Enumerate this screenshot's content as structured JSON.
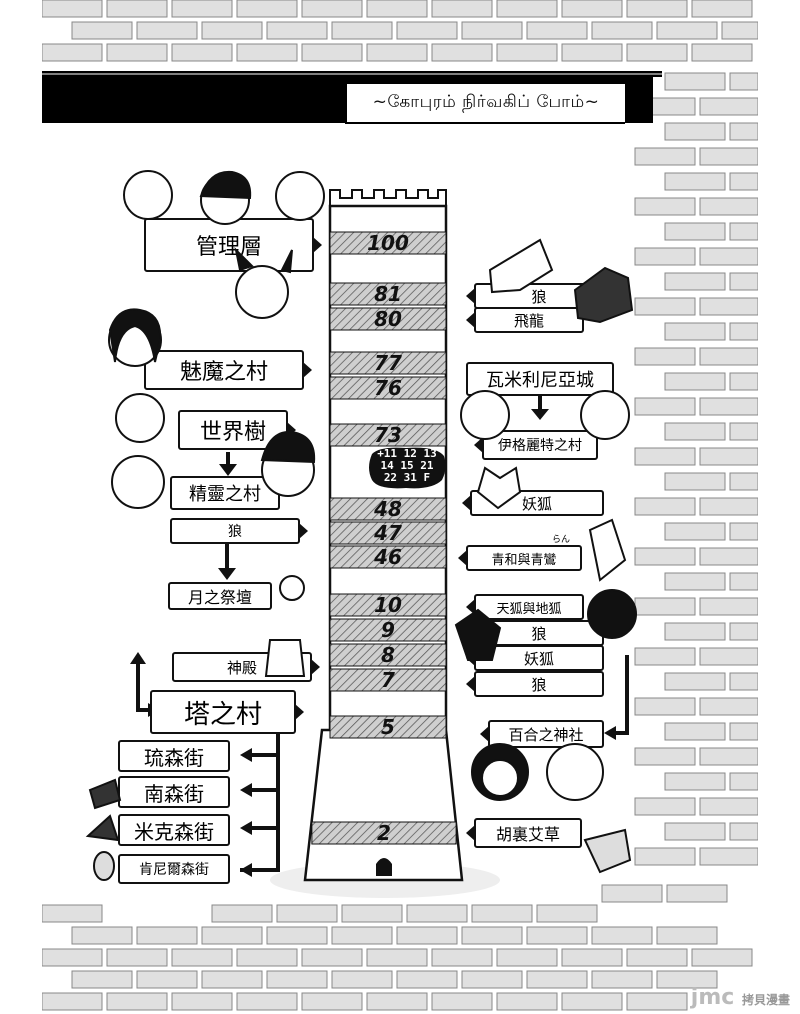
{
  "header": {
    "title": "~கோபுரம் நிர்வகிப் போம்~"
  },
  "tower": {
    "floors": [
      "100",
      "81",
      "80",
      "77",
      "76",
      "73",
      "48",
      "47",
      "46",
      "10",
      "9",
      "8",
      "7",
      "5",
      "2"
    ],
    "bubble": [
      "+11 12 13",
      "14 15 21",
      "22 31 F"
    ]
  },
  "left": {
    "admin": "管理層",
    "succubus": "魅魔之村",
    "world_tree": "世界樹",
    "elf_village": "精靈之村",
    "wolf": "狼",
    "moon_altar": "月之祭壇",
    "temple": "神殿",
    "tower_village": "塔之村",
    "ryu_forest": "琉森街",
    "south_forest": "南森街",
    "mik_forest": "米克森街",
    "ken_forest": "肯尼爾森街"
  },
  "right": {
    "wolf81": "狼",
    "dragon80": "飛龍",
    "wami_castle": "瓦米利尼亞城",
    "igreet": "伊格麗特之村",
    "fox48": "妖狐",
    "qinghe": "青和與青鸞",
    "qinghe_ruby": "らん",
    "tianhu": "天狐與地狐",
    "wolf9": "狼",
    "fox8": "妖狐",
    "wolf7": "狼",
    "lily": "百合之神社",
    "huli": "胡裏艾草"
  },
  "watermark": {
    "main": "jmc",
    "sub": "拷貝漫畫"
  }
}
